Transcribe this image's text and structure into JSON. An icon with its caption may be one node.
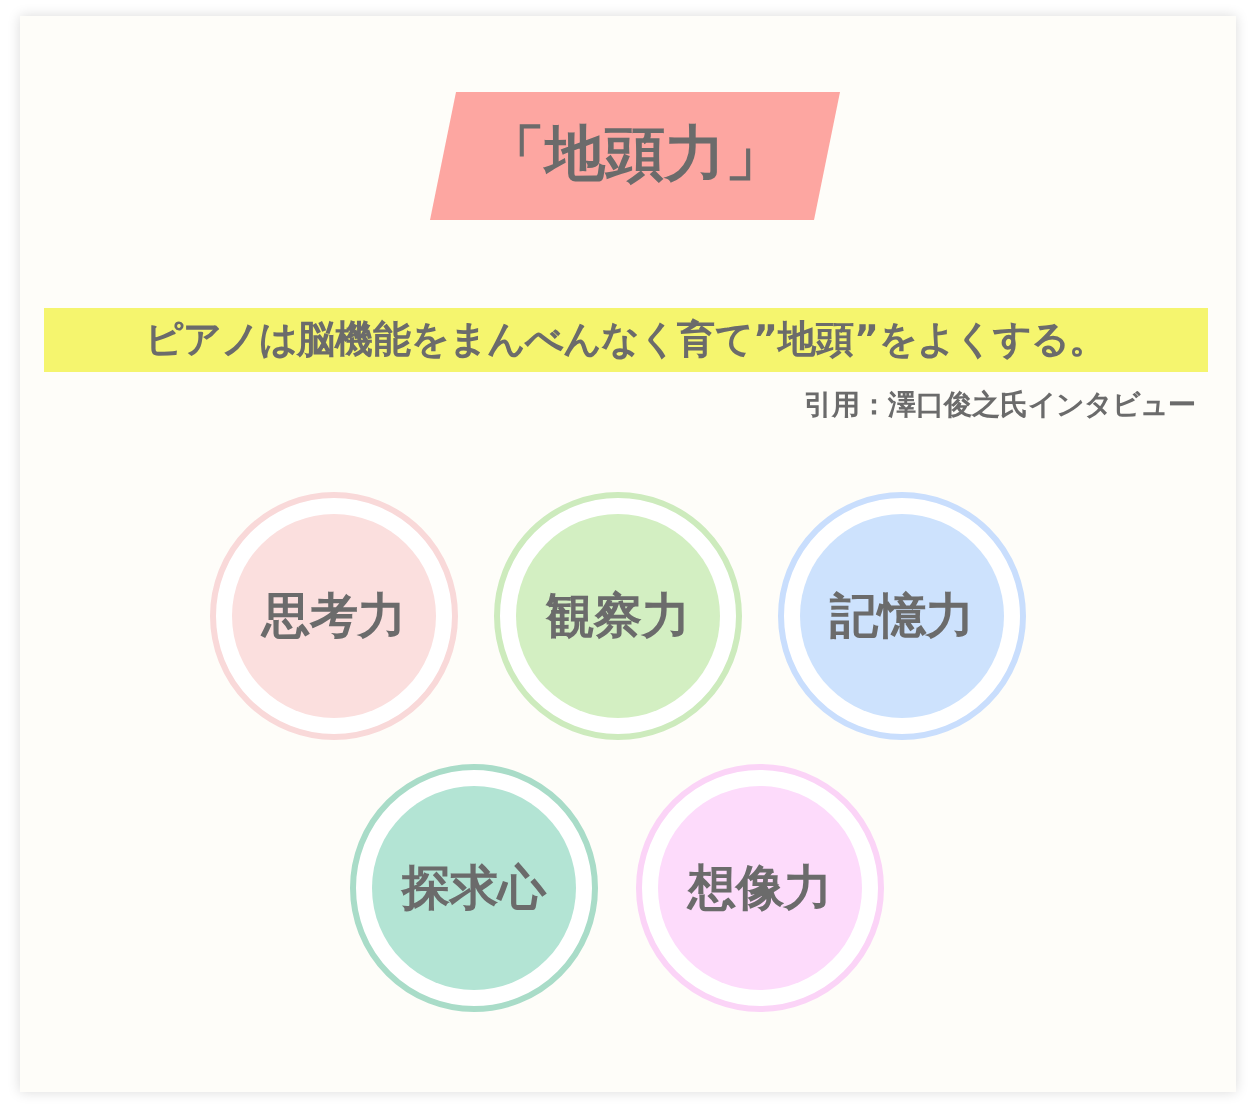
{
  "diagram": {
    "title": "「地頭力」",
    "nodes": [
      {
        "text": [
          "思考力"
        ]
      },
      {
        "text": [
          "観察力"
        ]
      },
      {
        "text": [
          "記憶力"
        ]
      },
      {
        "text": [
          "探求心"
        ]
      },
      {
        "text": [
          "想像力"
        ]
      }
    ],
    "labels": [
      "ピアノは脳機能をまんべんなく育て”地頭”をよくする。",
      "引用：澤口俊之氏インタビュー"
    ]
  }
}
